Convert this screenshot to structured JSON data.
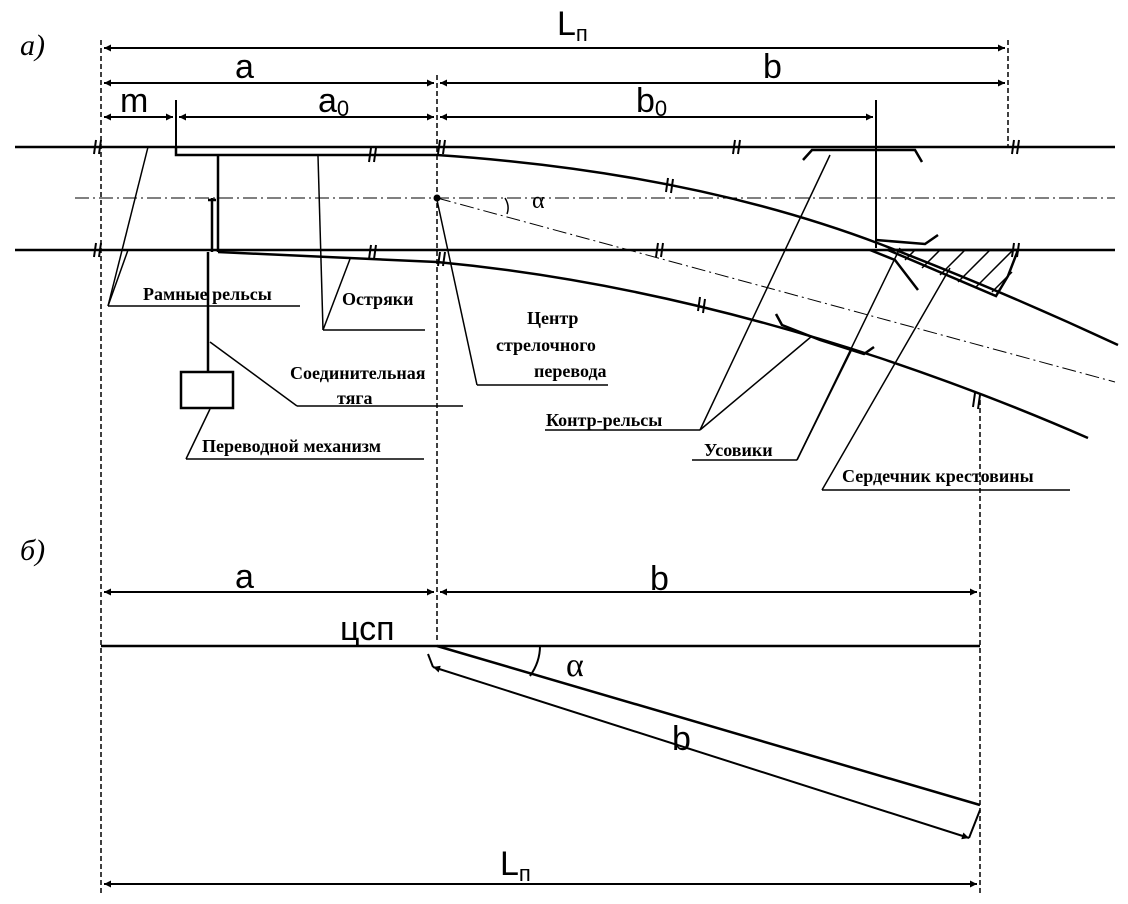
{
  "panel_a": {
    "label": "а)",
    "dims": {
      "L_main": "L",
      "L_sub": "п",
      "a": "a",
      "b": "b",
      "m": "m",
      "a0_main": "a",
      "a0_sub": "0",
      "b0_main": "b",
      "b0_sub": "0"
    },
    "alpha": "α",
    "labels": {
      "frame_rails": "Рамные рельсы",
      "switch_blades": "Остряки",
      "center_line1": "Центр",
      "center_line2": "стрелочного",
      "center_line3": "перевода",
      "rod_line1": "Соединительная",
      "rod_line2": "тяга",
      "mechanism": "Переводной механизм",
      "check_rails": "Контр-рельсы",
      "wing_rails": "Усовики",
      "frog_core": "Сердечник крестовины"
    }
  },
  "panel_b": {
    "label": "б)",
    "dims": {
      "a": "a",
      "b": "b",
      "b_diag": "b",
      "L_main": "L",
      "L_sub": "п"
    },
    "center_label": "цсп",
    "alpha": "α"
  }
}
